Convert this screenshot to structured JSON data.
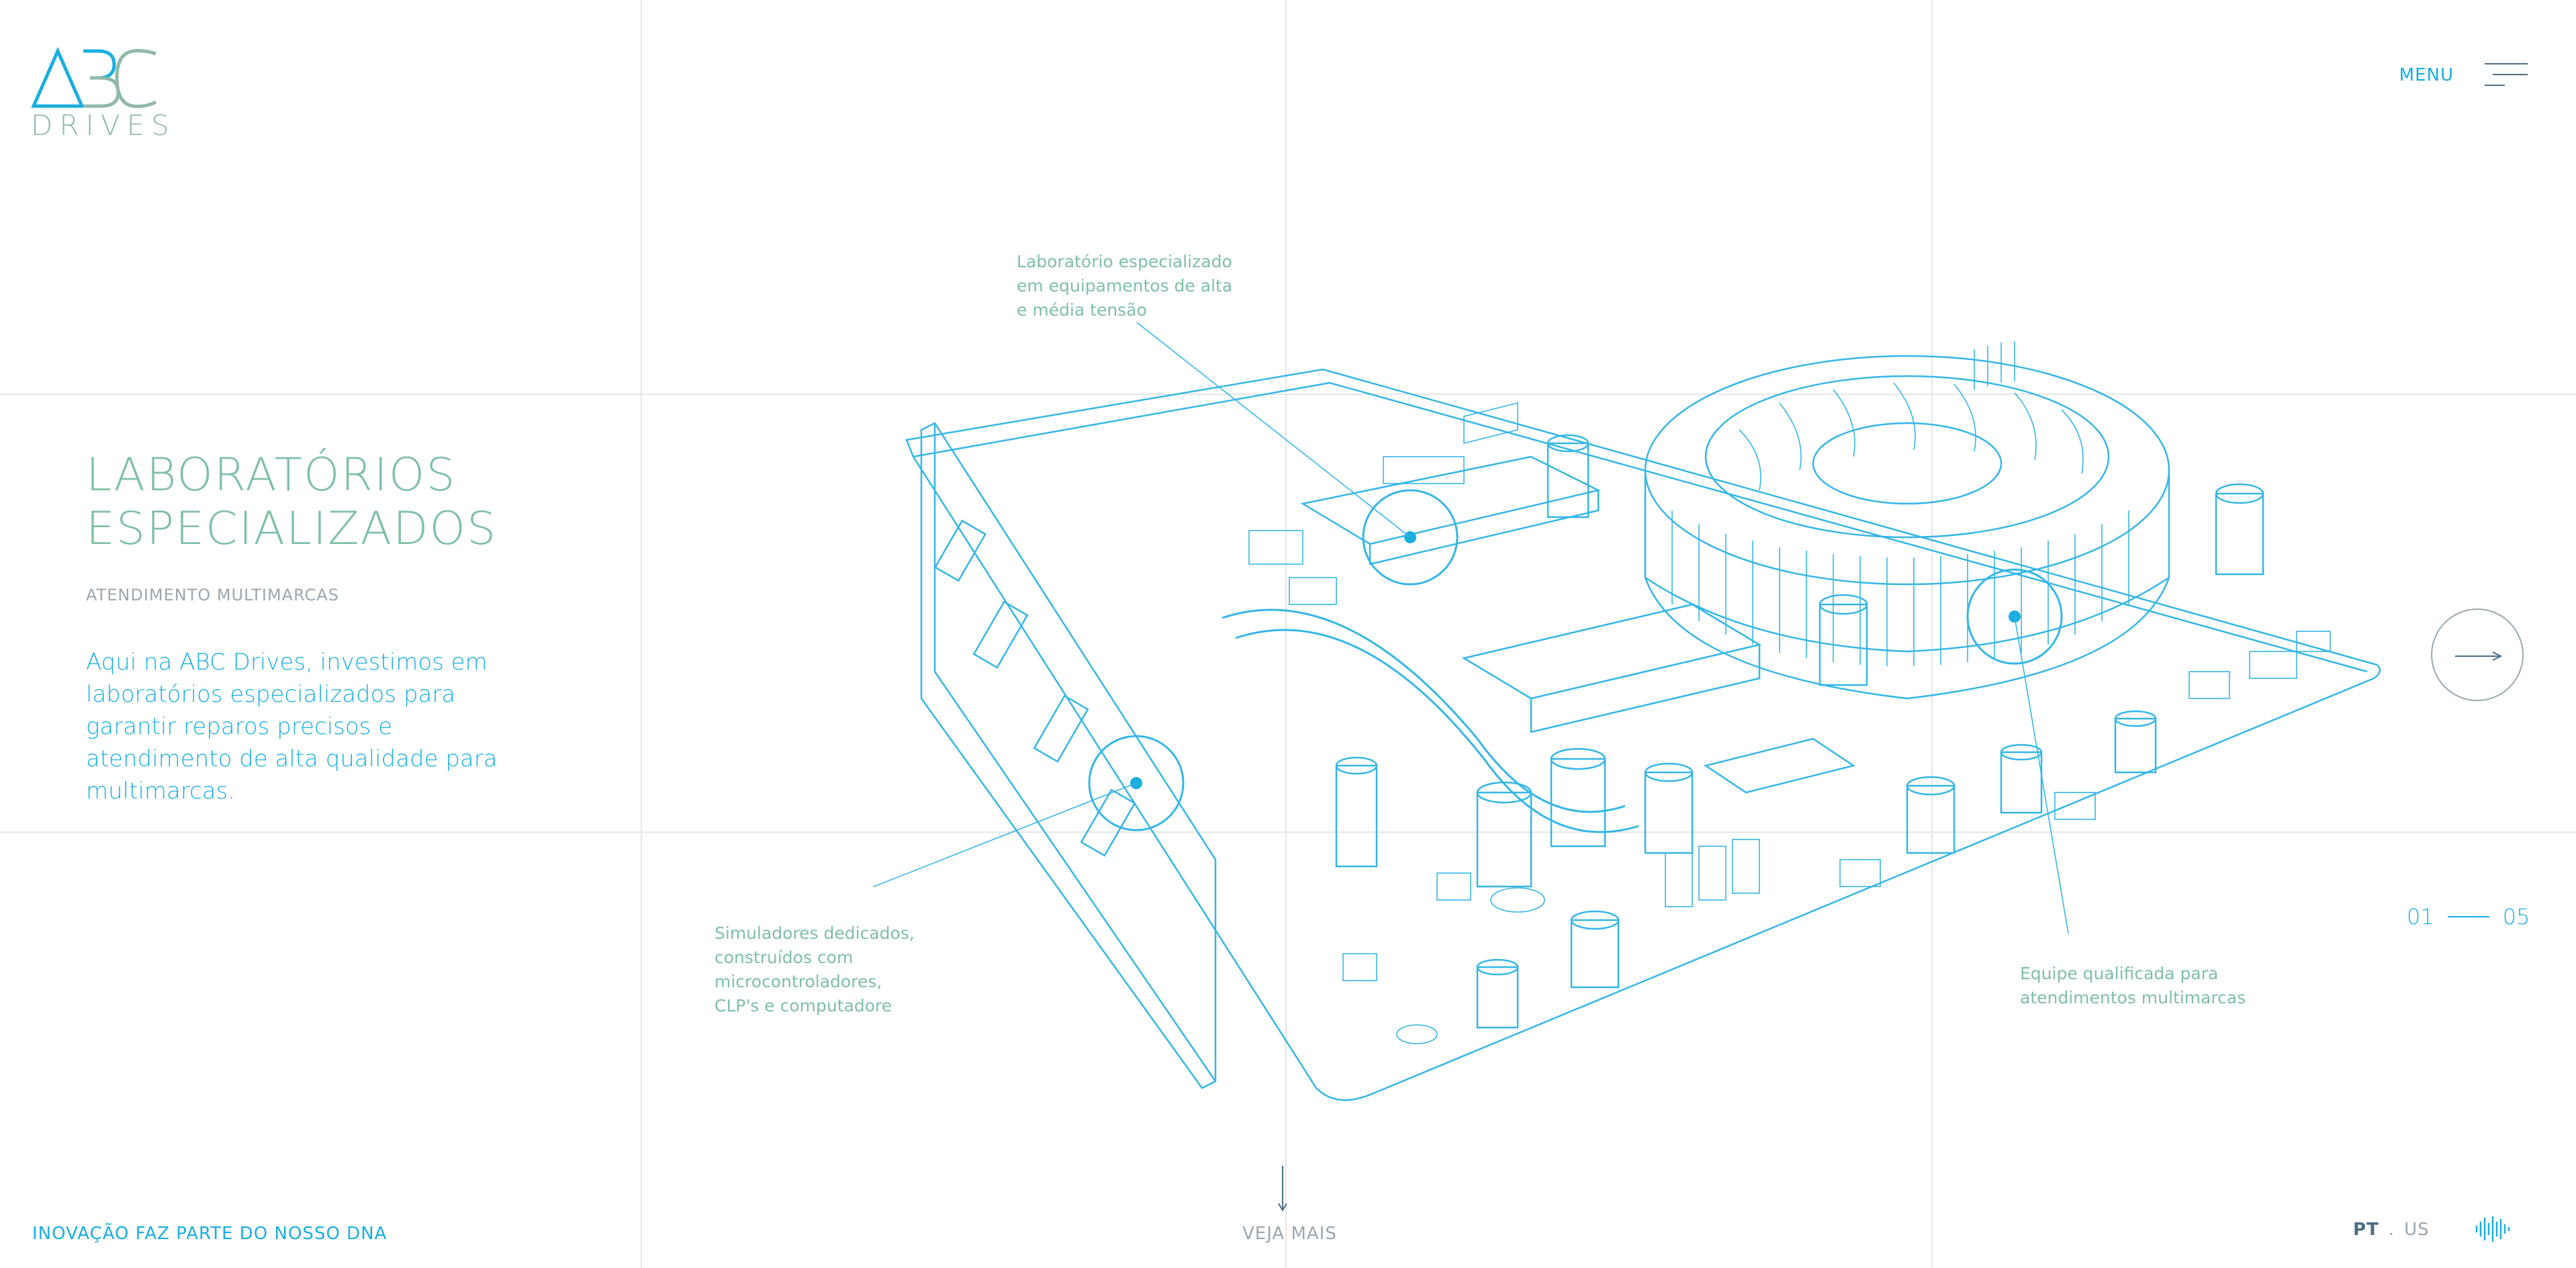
{
  "brand": {
    "logo_word": "DRIVES",
    "logo_letters": "ABC",
    "colors": {
      "blue": "#1aaee0",
      "green": "#7fc0a4",
      "gray": "#9aa7b0"
    }
  },
  "menu": {
    "label": "MENU",
    "icon": "hamburger-icon"
  },
  "hero": {
    "title_line1": "LABORATÓRIOS",
    "title_line2": "ESPECIALIZADOS",
    "subtitle": "ATENDIMENTO MULTIMARCAS",
    "text": "Aqui na ABC Drives, investimos em laboratórios especializados para garantir reparos precisos e atendimento de alta qualidade para multimarcas."
  },
  "callouts": {
    "top": [
      "Laboratório especializado",
      "em equipamentos de alta",
      "e média tensão"
    ],
    "left": [
      "Simuladores dedicados,",
      "construídos com",
      "microcontroladores,",
      "CLP's e computadore"
    ],
    "right": [
      "Equipe qualificada para",
      "atendimentos multimarcas"
    ]
  },
  "pager": {
    "current": "01",
    "total": "05"
  },
  "next_icon": "arrow-right-icon",
  "footer": {
    "tagline": "INOVAÇÃO FAZ PARTE DO NOSSO DNA",
    "scroll_label": "VEJA MAIS",
    "lang_active": "PT",
    "lang_separator": ".",
    "lang_other": "US",
    "sound_icon": "sound-wave-icon"
  }
}
